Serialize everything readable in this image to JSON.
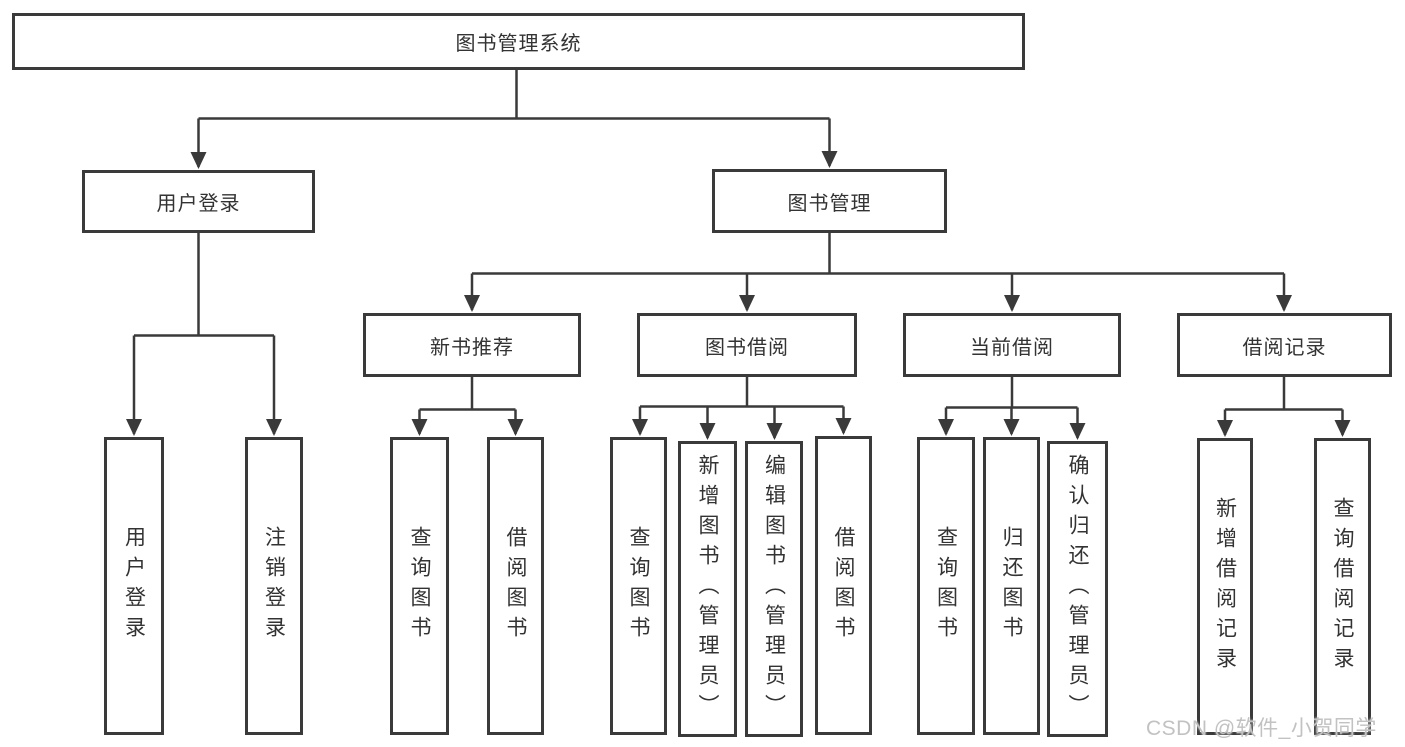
{
  "diagram": {
    "title": "图书管理系统",
    "level2": {
      "user_login": "用户登录",
      "book_mgmt": "图书管理"
    },
    "level3": {
      "new_book_rec": "新书推荐",
      "book_borrow": "图书借阅",
      "current_borrow": "当前借阅",
      "borrow_records": "借阅记录"
    },
    "leaves": {
      "login": "用户登录",
      "logout": "注销登录",
      "rec_query_books": "查询图书",
      "rec_borrow_books": "借阅图书",
      "bb_query_books": "查询图书",
      "bb_add_books": "新增图书（管理员）",
      "bb_edit_books": "编辑图书（管理员）",
      "bb_borrow_books": "借阅图书",
      "cb_query_books": "查询图书",
      "cb_return_books": "归还图书",
      "cb_confirm_return": "确认归还（管理员）",
      "br_add_record": "新增借阅记录",
      "br_query_record": "查询借阅记录"
    },
    "watermark": "CSDN @软件_小贺同学",
    "colors": {
      "line": "#3a3a3a",
      "text": "#333333",
      "background": "#ffffff",
      "watermark": "#c2c2c2"
    }
  }
}
